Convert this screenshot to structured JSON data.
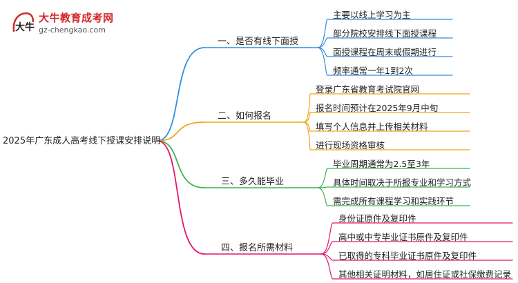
{
  "logo": {
    "title": "大牛教育成考网",
    "url": "gz-chengkao.com",
    "mark_text": "大牛"
  },
  "root": {
    "label": "2025年广东成人高考线下授课安排说明"
  },
  "branches": [
    {
      "label": "一、是否有线下面授",
      "color": "#2f8de4",
      "leaves": [
        "主要以线上学习为主",
        "部分院校安排线下面授课程",
        "面授课程在周末或假期进行",
        "频率通常一年1到2次"
      ]
    },
    {
      "label": "二、如何报名",
      "color": "#f2a516",
      "leaves": [
        "登录广东省教育考试院官网",
        "报名时间预计在2025年9月中旬",
        "填写个人信息并上传相关材料",
        "进行现场资格审核"
      ]
    },
    {
      "label": "三、多久能毕业",
      "color": "#3cb44b",
      "leaves": [
        "毕业周期通常为2.5至3年",
        "具体时间取决于所报专业和学习方式",
        "需完成所有课程学习和实践环节"
      ]
    },
    {
      "label": "四、报名所需材料",
      "color": "#e4156e",
      "leaves": [
        "身份证原件及复印件",
        "高中或中专毕业证书原件及复印件",
        "已取得的专科毕业证书原件及复印件",
        "其他相关证明材料，如居住证或社保缴费记录"
      ]
    }
  ]
}
